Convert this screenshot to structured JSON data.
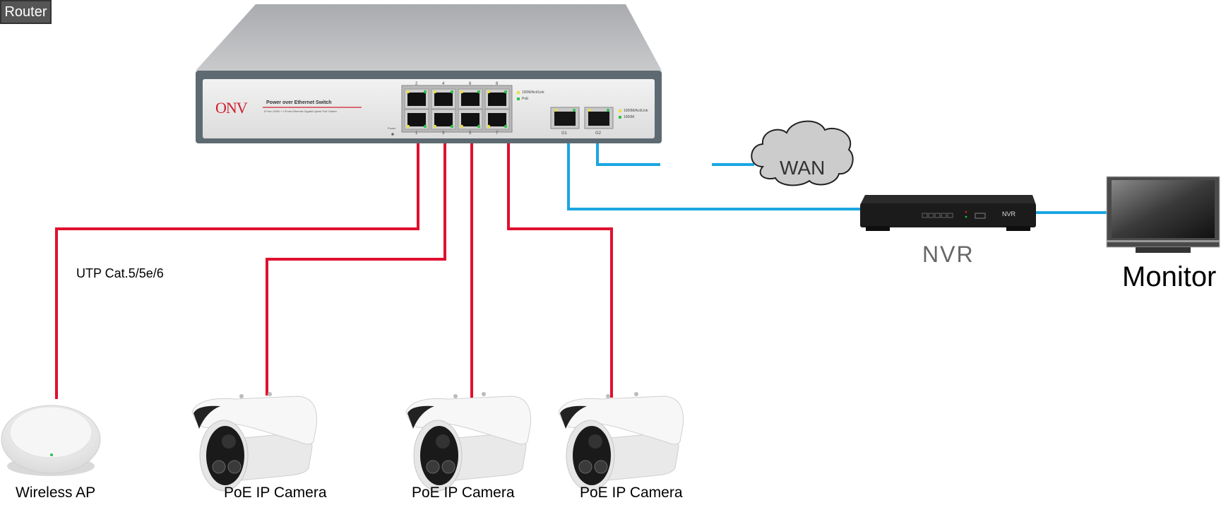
{
  "diagram": {
    "title": "PoE Switch Network Topology",
    "switch": {
      "brand": "ONV",
      "product_name": "Power over Ethernet Switch",
      "product_desc": "8 Port 100M + 2 Ports Ethernet Gigabit Uplink PoE Switch",
      "power_label": "Power",
      "port_labels_top": [
        "2",
        "4",
        "6",
        "8"
      ],
      "port_labels_bottom": [
        "1",
        "3",
        "5",
        "7"
      ],
      "uplink_labels": [
        "G1",
        "G2"
      ],
      "legend_poe": [
        "100M/Act/Link",
        "PoE"
      ],
      "legend_uplink": [
        "1000M/Act/Link",
        "1000M"
      ]
    },
    "router_label": "Router",
    "wan_label": "WAN",
    "nvr_label": "NVR",
    "nvr_front_label": "NVR",
    "monitor_label": "Monitor",
    "cable_label": "UTP Cat.5/5e/6",
    "devices": [
      {
        "label": "Wireless AP",
        "port": "1"
      },
      {
        "label": "PoE IP Camera",
        "port": "3"
      },
      {
        "label": "PoE IP Camera",
        "port": "5"
      },
      {
        "label": "PoE IP Camera",
        "port": "7"
      }
    ],
    "colors": {
      "poe_cable": "#e0102e",
      "uplink_cable": "#1aa6e0",
      "switch_panel": "#e6e6e6",
      "router_fill": "#555555",
      "cloud_fill": "#cccccc"
    }
  }
}
